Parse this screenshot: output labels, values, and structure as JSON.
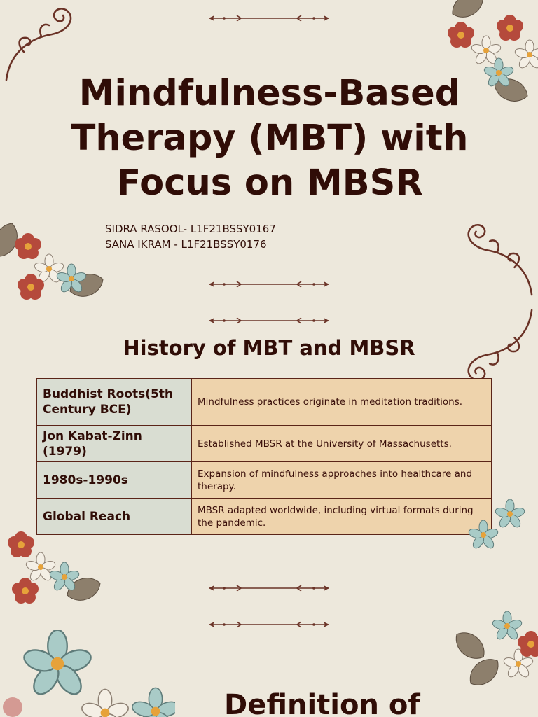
{
  "slide1": {
    "title": "Mindfulness-Based Therapy (MBT) with Focus on MBSR",
    "authors": [
      "SIDRA RASOOL- L1F21BSSY0167",
      "SANA IKRAM - L1F21BSSY0176"
    ]
  },
  "slide2": {
    "heading": "History of MBT and MBSR",
    "rows": [
      {
        "period": "Buddhist Roots(5th Century BCE)",
        "description": "Mindfulness practices originate in meditation traditions."
      },
      {
        "period": "Jon Kabat-Zinn (1979)",
        "description": "Established MBSR at the University of Massachusetts."
      },
      {
        "period": "1980s-1990s",
        "description": "Expansion of mindfulness approaches into healthcare and therapy."
      },
      {
        "period": "Global Reach",
        "description": "MBSR adapted worldwide, including virtual formats during the pandemic."
      }
    ]
  },
  "slide3": {
    "heading_partial": "Definition of"
  },
  "colors": {
    "background": "#ede8dc",
    "text": "#300d07",
    "table_key_cell": "#d9ddd2",
    "table_value_cell": "#eed3ac",
    "flower_red": "#b54a3c",
    "flower_teal": "#9bc2bf",
    "leaf": "#8d7f6c"
  },
  "icons": [
    "arrow-divider",
    "swirl-ornament",
    "flower-cluster"
  ]
}
